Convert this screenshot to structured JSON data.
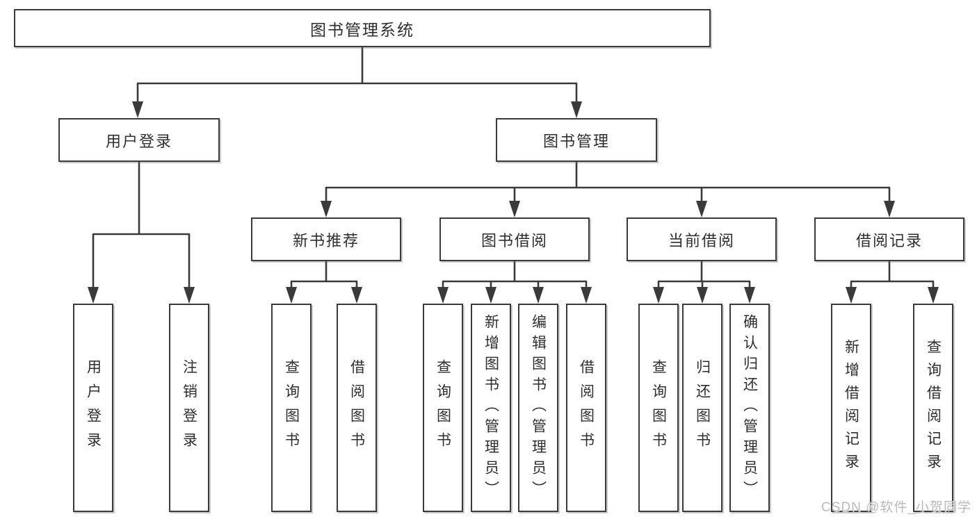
{
  "diagram": {
    "type": "tree",
    "watermark": "CSDN @软件_小贺同学",
    "colors": {
      "background": "#ffffff",
      "line": "#3a3a3a",
      "box_border": "#3a3a3a",
      "box_fill": "#ffffff",
      "text": "#2e2e2e",
      "watermark": "#b9b9b9"
    }
  },
  "nodes": {
    "root": {
      "label": "图书管理系统"
    },
    "user_login": {
      "label": "用户登录"
    },
    "book_mgmt": {
      "label": "图书管理"
    },
    "new_rec": {
      "label": "新书推荐"
    },
    "borrow": {
      "label": "图书借阅"
    },
    "current": {
      "label": "当前借阅"
    },
    "records": {
      "label": "借阅记录"
    },
    "leaves": [
      {
        "label": "用户登录",
        "parent": "用户登录"
      },
      {
        "label": "注销登录",
        "parent": "用户登录"
      },
      {
        "label": "查询图书",
        "parent": "新书推荐"
      },
      {
        "label": "借阅图书",
        "parent": "新书推荐"
      },
      {
        "label": "查询图书",
        "parent": "图书借阅"
      },
      {
        "label": "新增图书（管理员）",
        "parent": "图书借阅"
      },
      {
        "label": "编辑图书（管理员）",
        "parent": "图书借阅"
      },
      {
        "label": "借阅图书",
        "parent": "图书借阅"
      },
      {
        "label": "查询图书",
        "parent": "当前借阅"
      },
      {
        "label": "归还图书",
        "parent": "当前借阅"
      },
      {
        "label": "确认归还（管理员）",
        "parent": "当前借阅"
      },
      {
        "label": "新增借阅记录",
        "parent": "借阅记录"
      },
      {
        "label": "查询借阅记录",
        "parent": "借阅记录"
      }
    ]
  }
}
